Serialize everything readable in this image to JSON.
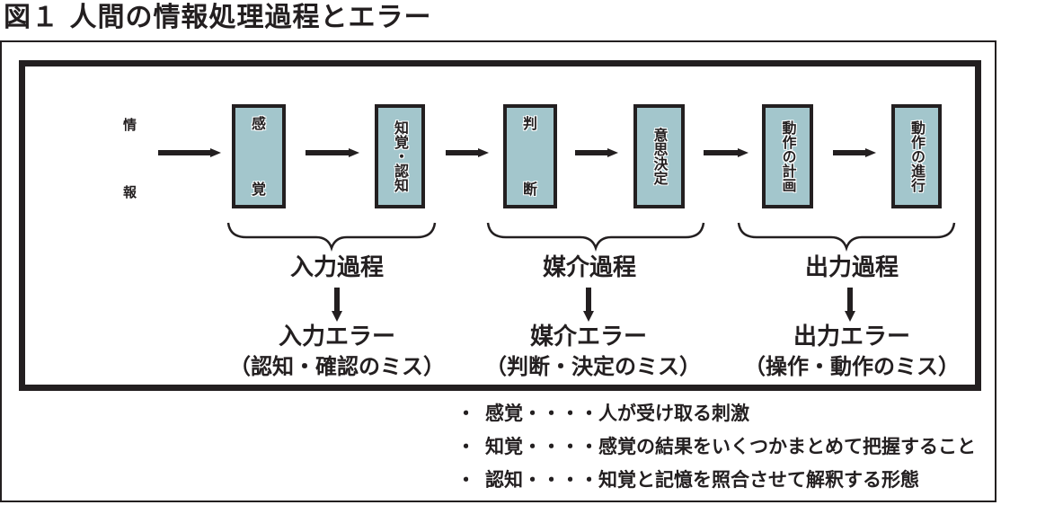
{
  "title": "図１ 人間の情報処理過程とエラー",
  "input_label": [
    "情",
    "報"
  ],
  "stages": [
    {
      "label": "感覚",
      "top": "感",
      "bottom": "覚",
      "style": "split"
    },
    {
      "label": "知覚・認知",
      "style": "vertical"
    },
    {
      "label": "判断",
      "top": "判",
      "bottom": "断",
      "style": "split"
    },
    {
      "label": "意思決定",
      "style": "vertical"
    },
    {
      "label": "動作の計画",
      "style": "vertical"
    },
    {
      "label": "動作の進行",
      "style": "vertical"
    }
  ],
  "processes": [
    {
      "name": "入力過程",
      "error": "入力エラー",
      "error_detail": "（認知・確認のミス）"
    },
    {
      "name": "媒介過程",
      "error": "媒介エラー",
      "error_detail": "（判断・決定のミス）"
    },
    {
      "name": "出力過程",
      "error": "出力エラー",
      "error_detail": "（操作・動作のミス）"
    }
  ],
  "definitions": [
    {
      "bullet": "・",
      "term": "感覚",
      "separator": "・・・・",
      "description": "人が受け取る刺激"
    },
    {
      "bullet": "・",
      "term": "知覚",
      "separator": "・・・・",
      "description": "感覚の結果をいくつかまとめて把握すること"
    },
    {
      "bullet": "・",
      "term": "認知",
      "separator": "・・・・",
      "description": "知覚と記憶を照合させて解釈する形態"
    }
  ],
  "colors": {
    "box_fill": "#a3c6cc",
    "ink": "#231f20",
    "background": "#ffffff"
  }
}
